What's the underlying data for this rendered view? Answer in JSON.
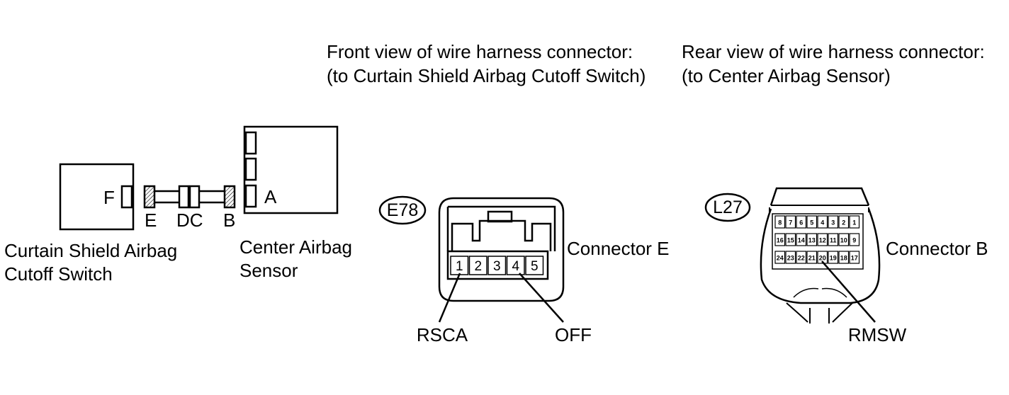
{
  "headings": {
    "front_line1": "Front view of wire harness connector:",
    "front_line2": "(to Curtain Shield Airbag Cutoff Switch)",
    "rear_line1": "Rear view of wire harness connector:",
    "rear_line2": "(to Center Airbag Sensor)"
  },
  "harness": {
    "switch_connector_letter": "F",
    "label_E": "E",
    "label_DC": "DC",
    "label_B": "B",
    "sensor_connector_letter": "A",
    "switch_name_line1": "Curtain Shield Airbag",
    "switch_name_line2": "Cutoff Switch",
    "sensor_name_line1": "Center Airbag",
    "sensor_name_line2": "Sensor"
  },
  "connector_e": {
    "code": "E78",
    "title": "Connector E",
    "pins": [
      "1",
      "2",
      "3",
      "4",
      "5"
    ],
    "callouts": [
      "RSCA",
      "OFF"
    ]
  },
  "connector_b": {
    "code": "L27",
    "title": "Connector B",
    "row1": [
      "8",
      "7",
      "6",
      "5",
      "4",
      "3",
      "2",
      "1"
    ],
    "row2": [
      "16",
      "15",
      "14",
      "13",
      "12",
      "11",
      "10",
      "9"
    ],
    "row3": [
      "24",
      "23",
      "22",
      "21",
      "20",
      "19",
      "18",
      "17"
    ],
    "callout": "RMSW"
  },
  "colors": {
    "line": "#000000",
    "background": "#ffffff"
  }
}
